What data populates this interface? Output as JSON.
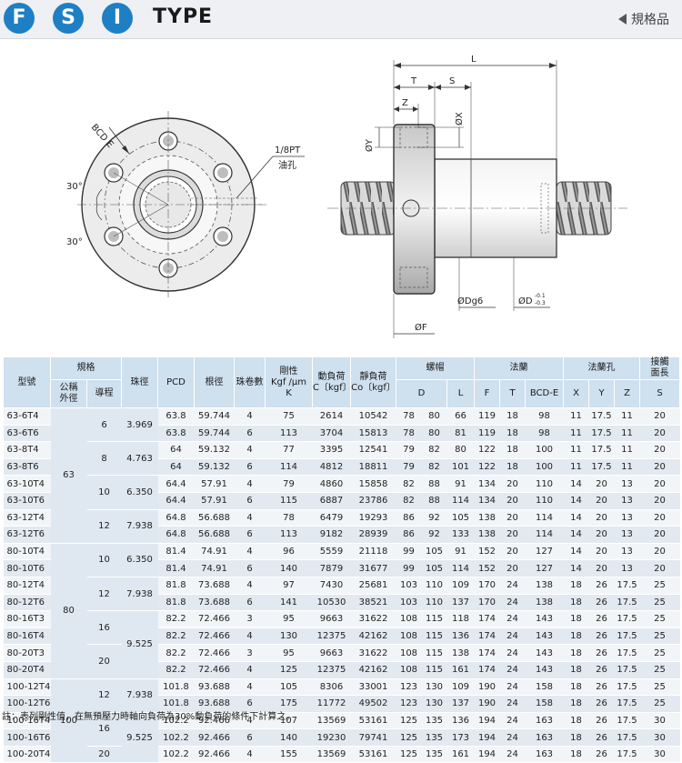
{
  "header": {
    "badges": [
      "F",
      "S",
      "I"
    ],
    "type_label": "TYPE",
    "back_label": "規格品"
  },
  "colors": {
    "badge_blue": "#1f7fc4",
    "header_bg": "#eef0f3",
    "table_head": "#cfe0ee",
    "row_light": "#f2f5f8",
    "row_dark": "#e2e9f0"
  },
  "drawing": {
    "bcd_label": "BCD E",
    "angle_top": "30°",
    "angle_bottom": "30°",
    "pt_label": "1/8PT",
    "oil_label": "油孔",
    "L": "L",
    "T": "T",
    "S": "S",
    "Z": "Z",
    "X": "ØX",
    "Y": "ØY",
    "F": "ØF",
    "Dg6": "ØDg6",
    "D": "ØD",
    "D_upper": "-0.1",
    "D_lower": "-0.3"
  },
  "table": {
    "h_model": "型號",
    "h_spec": "規格",
    "h_nominal": "公稱外徑",
    "h_lead": "導程",
    "h_ball": "珠徑",
    "h_pcd": "PCD",
    "h_root": "根徑",
    "h_circuits": "珠卷數",
    "h_rigidity_1": "剛性",
    "h_rigidity_2": "Kgf /μm",
    "h_rigidity_3": "K",
    "h_dyn_1": "動負荷",
    "h_dyn_2": "C〔kgf〕",
    "h_static_1": "靜負荷",
    "h_static_2": "Co〔kgf〕",
    "h_nut": "螺帽",
    "h_flange": "法蘭",
    "h_hole": "法蘭孔",
    "h_face_1": "接觸",
    "h_face_2": "面長",
    "sub": [
      "D",
      "L",
      "F",
      "T",
      "BCD-E",
      "X",
      "Y",
      "Z",
      "S"
    ],
    "groups": [
      {
        "nominal": "63",
        "leads": [
          {
            "lead": "6",
            "ball": "3.969",
            "rows": [
              [
                "63-6T4",
                "63.8",
                "59.744",
                "4",
                "75",
                "2614",
                "10542",
                "78",
                "80",
                "66",
                "119",
                "18",
                "98",
                "11",
                "17.5",
                "11",
                "20"
              ],
              [
                "63-6T6",
                "63.8",
                "59.744",
                "6",
                "113",
                "3704",
                "15813",
                "78",
                "80",
                "81",
                "119",
                "18",
                "98",
                "11",
                "17.5",
                "11",
                "20"
              ]
            ]
          },
          {
            "lead": "8",
            "ball": "4.763",
            "rows": [
              [
                "63-8T4",
                "64",
                "59.132",
                "4",
                "77",
                "3395",
                "12541",
                "79",
                "82",
                "80",
                "122",
                "18",
                "100",
                "11",
                "17.5",
                "11",
                "20"
              ],
              [
                "63-8T6",
                "64",
                "59.132",
                "6",
                "114",
                "4812",
                "18811",
                "79",
                "82",
                "101",
                "122",
                "18",
                "100",
                "11",
                "17.5",
                "11",
                "20"
              ]
            ]
          },
          {
            "lead": "10",
            "ball": "6.350",
            "rows": [
              [
                "63-10T4",
                "64.4",
                "57.91",
                "4",
                "79",
                "4860",
                "15858",
                "82",
                "88",
                "91",
                "134",
                "20",
                "110",
                "14",
                "20",
                "13",
                "20"
              ],
              [
                "63-10T6",
                "64.4",
                "57.91",
                "6",
                "115",
                "6887",
                "23786",
                "82",
                "88",
                "114",
                "134",
                "20",
                "110",
                "14",
                "20",
                "13",
                "20"
              ]
            ]
          },
          {
            "lead": "12",
            "ball": "7.938",
            "rows": [
              [
                "63-12T4",
                "64.8",
                "56.688",
                "4",
                "78",
                "6479",
                "19293",
                "86",
                "92",
                "105",
                "138",
                "20",
                "114",
                "14",
                "20",
                "13",
                "20"
              ],
              [
                "63-12T6",
                "64.8",
                "56.688",
                "6",
                "113",
                "9182",
                "28939",
                "86",
                "92",
                "133",
                "138",
                "20",
                "114",
                "14",
                "20",
                "13",
                "20"
              ]
            ]
          }
        ]
      },
      {
        "nominal": "80",
        "leads": [
          {
            "lead": "10",
            "ball": "6.350",
            "rows": [
              [
                "80-10T4",
                "81.4",
                "74.91",
                "4",
                "96",
                "5559",
                "21118",
                "99",
                "105",
                "91",
                "152",
                "20",
                "127",
                "14",
                "20",
                "13",
                "20"
              ],
              [
                "80-10T6",
                "81.4",
                "74.91",
                "6",
                "140",
                "7879",
                "31677",
                "99",
                "105",
                "114",
                "152",
                "20",
                "127",
                "14",
                "20",
                "13",
                "20"
              ]
            ]
          },
          {
            "lead": "12",
            "ball": "7.938",
            "rows": [
              [
                "80-12T4",
                "81.8",
                "73.688",
                "4",
                "97",
                "7430",
                "25681",
                "103",
                "110",
                "109",
                "170",
                "24",
                "138",
                "18",
                "26",
                "17.5",
                "25"
              ],
              [
                "80-12T6",
                "81.8",
                "73.688",
                "6",
                "141",
                "10530",
                "38521",
                "103",
                "110",
                "137",
                "170",
                "24",
                "138",
                "18",
                "26",
                "17.5",
                "25"
              ]
            ]
          },
          {
            "lead": "16",
            "ball": "9.525",
            "ballspan": 4,
            "rows": [
              [
                "80-16T3",
                "82.2",
                "72.466",
                "3",
                "95",
                "9663",
                "31622",
                "108",
                "115",
                "118",
                "174",
                "24",
                "143",
                "18",
                "26",
                "17.5",
                "25"
              ],
              [
                "80-16T4",
                "82.2",
                "72.466",
                "4",
                "130",
                "12375",
                "42162",
                "108",
                "115",
                "136",
                "174",
                "24",
                "143",
                "18",
                "26",
                "17.5",
                "25"
              ]
            ]
          },
          {
            "lead": "20",
            "ball": "",
            "rows": [
              [
                "80-20T3",
                "82.2",
                "72.466",
                "3",
                "95",
                "9663",
                "31622",
                "108",
                "115",
                "138",
                "174",
                "24",
                "143",
                "18",
                "26",
                "17.5",
                "25"
              ],
              [
                "80-20T4",
                "82.2",
                "72.466",
                "4",
                "125",
                "12375",
                "42162",
                "108",
                "115",
                "161",
                "174",
                "24",
                "143",
                "18",
                "26",
                "17.5",
                "25"
              ]
            ]
          }
        ]
      },
      {
        "nominal": "100",
        "leads": [
          {
            "lead": "12",
            "ball": "7.938",
            "rows": [
              [
                "100-12T4",
                "101.8",
                "93.688",
                "4",
                "105",
                "8306",
                "33001",
                "123",
                "130",
                "109",
                "190",
                "24",
                "158",
                "18",
                "26",
                "17.5",
                "25"
              ],
              [
                "100-12T6",
                "101.8",
                "93.688",
                "6",
                "175",
                "11772",
                "49502",
                "123",
                "130",
                "137",
                "190",
                "24",
                "158",
                "18",
                "26",
                "17.5",
                "25"
              ]
            ]
          },
          {
            "lead": "16",
            "ball": "9.525",
            "ballspan": 3,
            "rows": [
              [
                "100-16T4",
                "102.2",
                "92.466",
                "4",
                "107",
                "13569",
                "53161",
                "125",
                "135",
                "136",
                "194",
                "24",
                "163",
                "18",
                "26",
                "17.5",
                "30"
              ],
              [
                "100-16T6",
                "102.2",
                "92.466",
                "6",
                "140",
                "19230",
                "79741",
                "125",
                "135",
                "173",
                "194",
                "24",
                "163",
                "18",
                "26",
                "17.5",
                "30"
              ]
            ]
          },
          {
            "lead": "20",
            "ball": "",
            "rows": [
              [
                "100-20T4",
                "102.2",
                "92.466",
                "4",
                "155",
                "13569",
                "53161",
                "125",
                "135",
                "161",
                "194",
                "24",
                "163",
                "18",
                "26",
                "17.5",
                "30"
              ]
            ]
          }
        ]
      }
    ]
  },
  "footnote": "註：表列剛性值，在無預壓力時軸向負荷為30%動負荷的條件下計算之。"
}
